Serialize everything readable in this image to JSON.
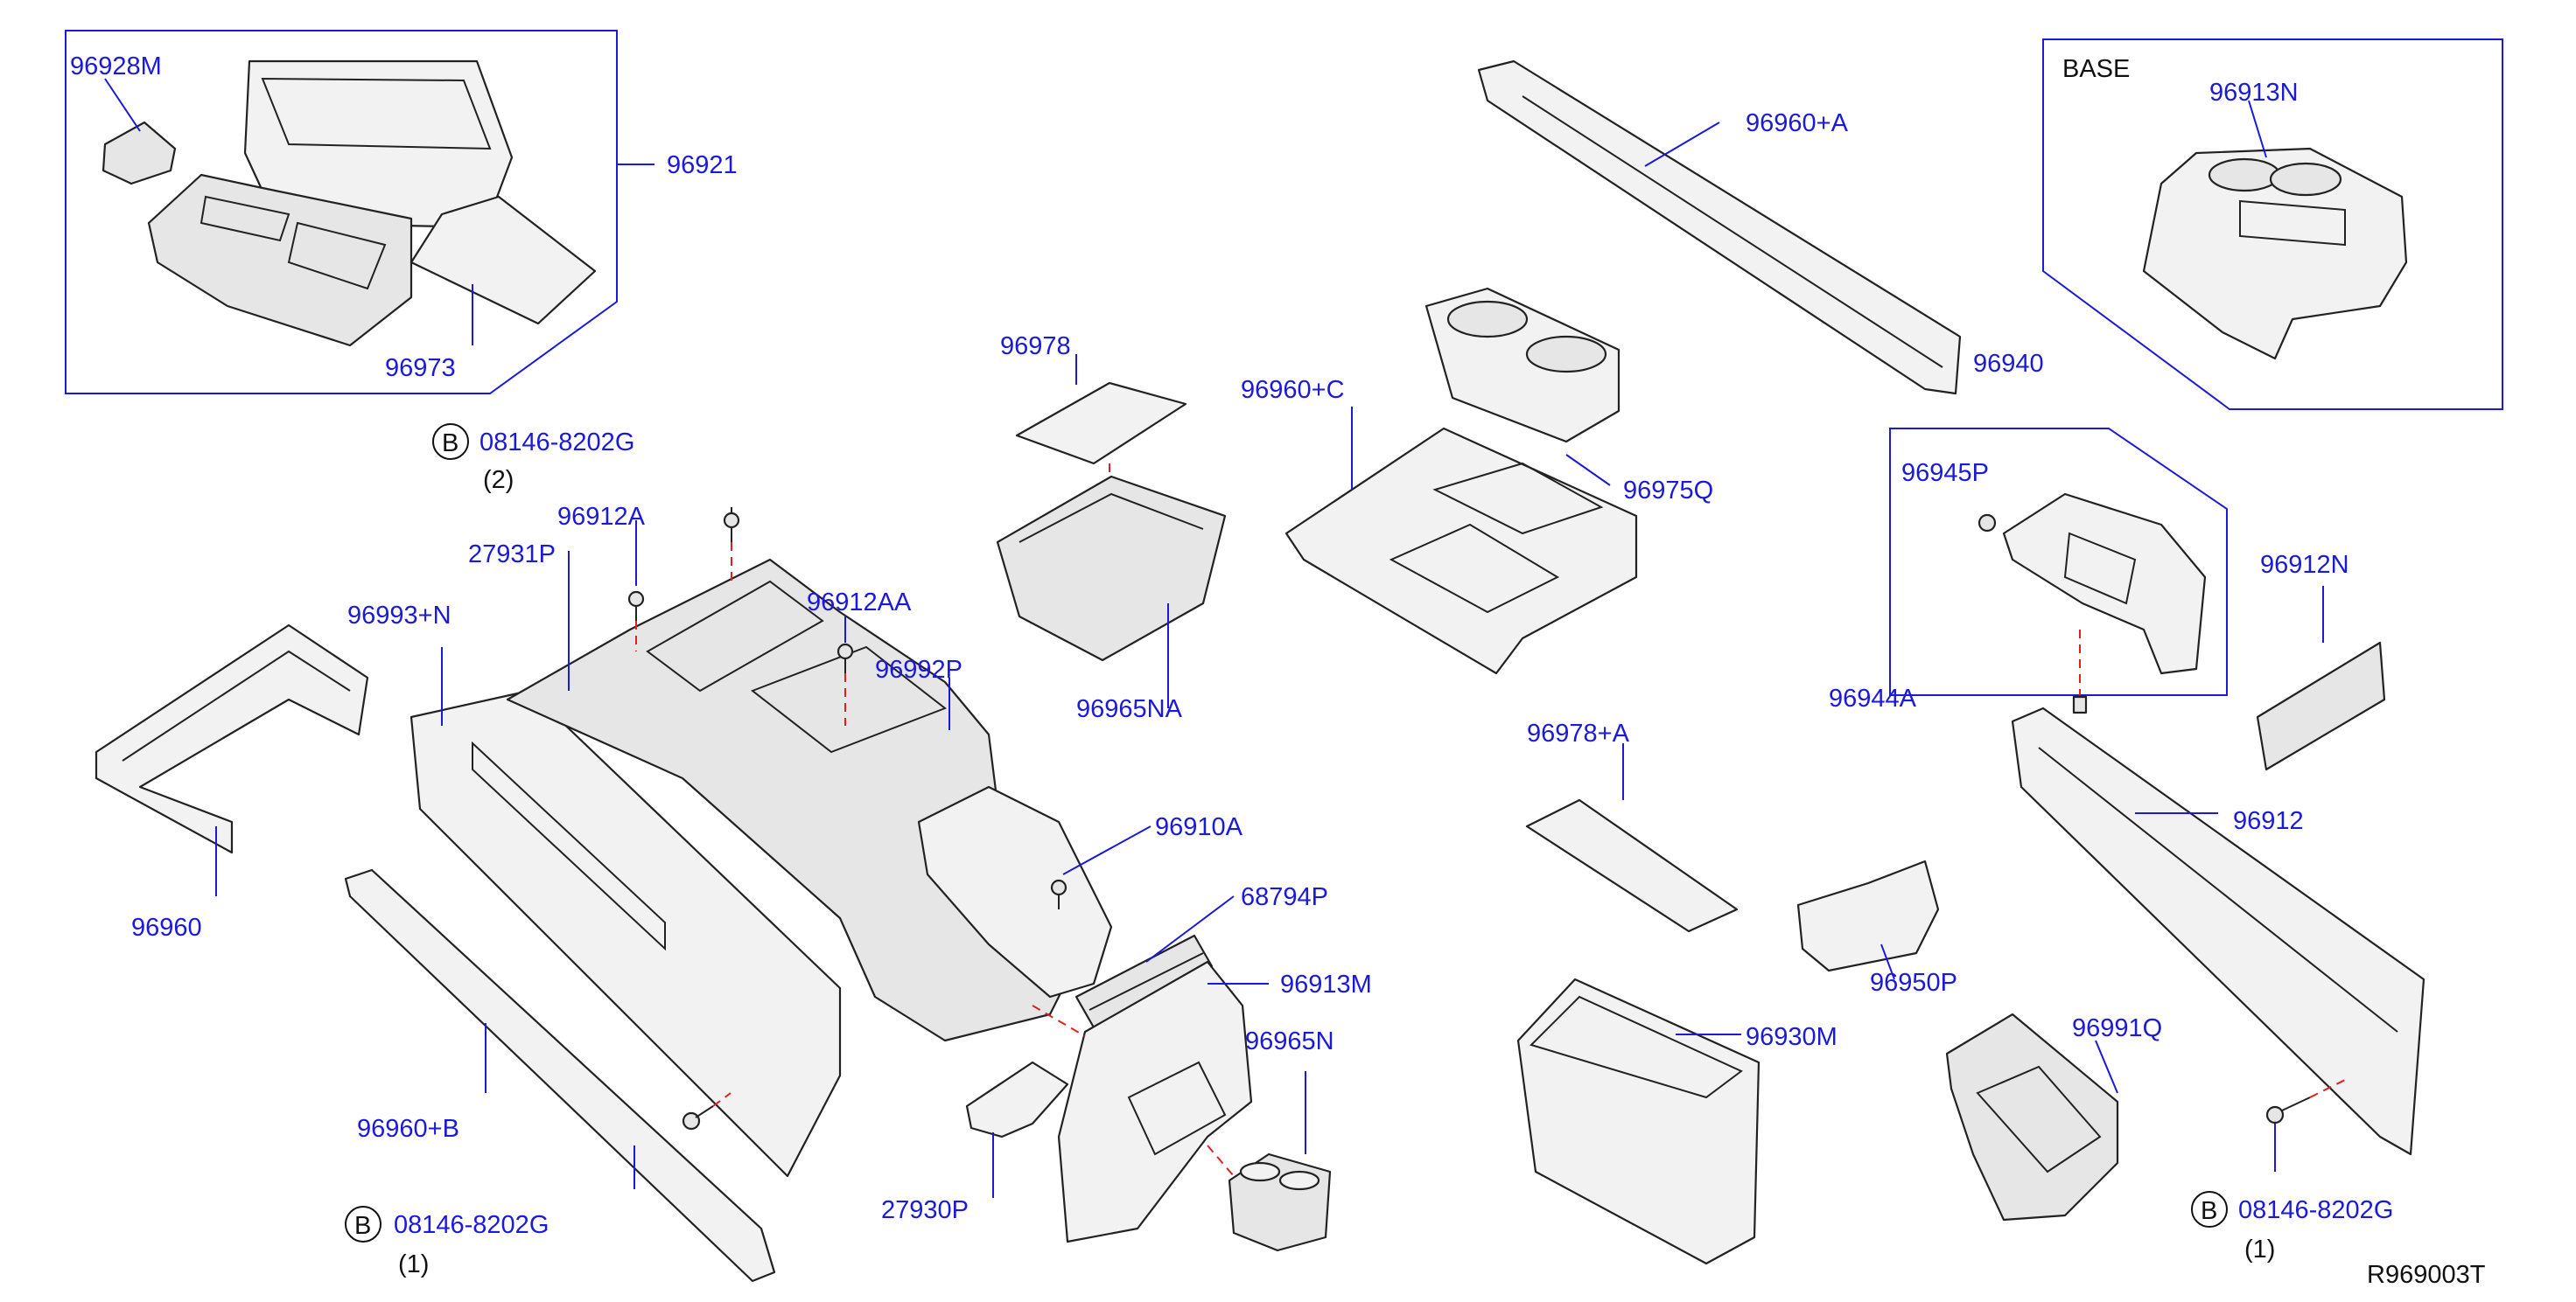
{
  "labels": {
    "p96928M": "96928M",
    "p96921": "96921",
    "p96973": "96973",
    "p96978": "96978",
    "p96960C": "96960+C",
    "p96960A": "96960+A",
    "base": "BASE",
    "p96913N": "96913N",
    "p96975Q": "96975Q",
    "p96940": "96940",
    "p96945P": "96945P",
    "p96912N": "96912N",
    "p96944A": "96944A",
    "p96912": "96912",
    "bolt1": "08146-8202G",
    "bolt1qty": "(2)",
    "p96912A": "96912A",
    "p27931P": "27931P",
    "p96993N": "96993+N",
    "p96912AA": "96912AA",
    "p96992P": "96992P",
    "p96965NA": "96965NA",
    "p96960": "96960",
    "p96910A": "96910A",
    "p68794P": "68794P",
    "p96913M": "96913M",
    "p96965N": "96965N",
    "p96978A": "96978+A",
    "p96950P": "96950P",
    "p96930M": "96930M",
    "p96991Q": "96991Q",
    "p96960B": "96960+B",
    "p27930P": "27930P",
    "bolt2": "08146-8202G",
    "bolt2qty": "(1)",
    "bolt3": "08146-8202G",
    "bolt3qty": "(1)",
    "circle_letter": "B",
    "diagram_code": "R969003T"
  },
  "colors": {
    "label_blue": "#1a1ad8",
    "red_dash": "#e02020",
    "outline": "#222222"
  }
}
